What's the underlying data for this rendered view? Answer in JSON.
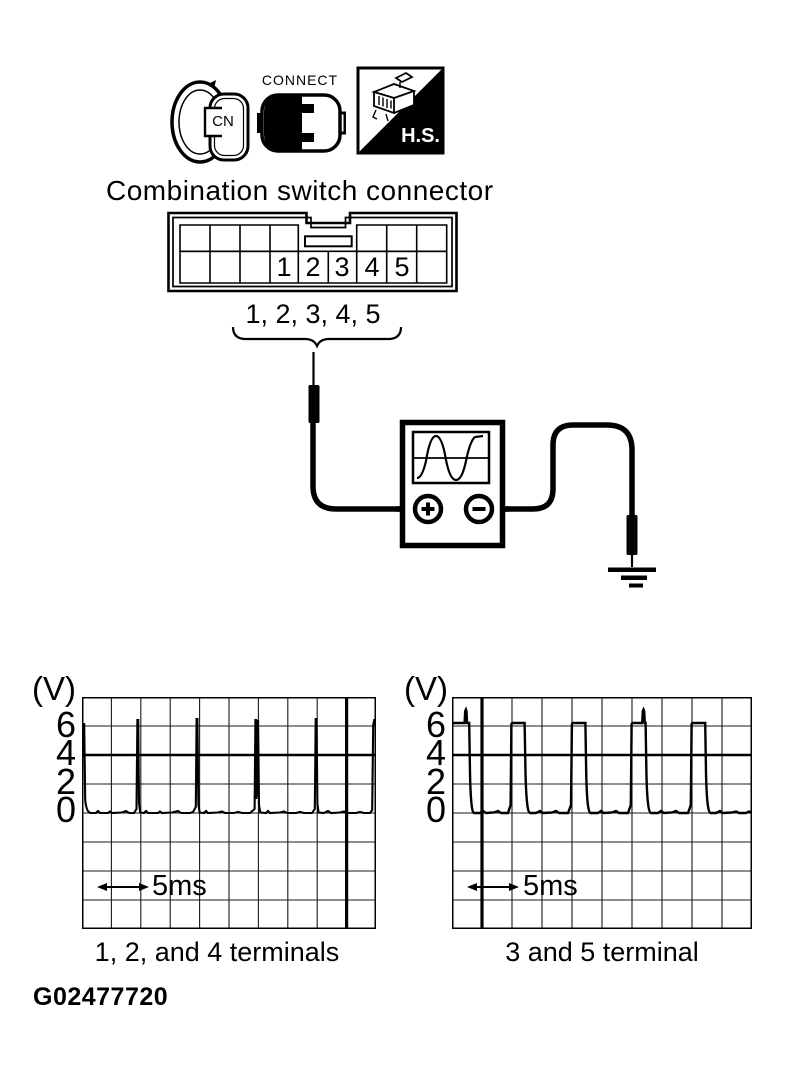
{
  "icons": {
    "cn_badge": "CN",
    "connect_badge": "CONNECT",
    "hs_badge": "H.S.",
    "plus_terminal": "plus-in-circle",
    "minus_terminal": "minus-in-circle",
    "meter_display": "sine-wave",
    "ground_symbol": "ground"
  },
  "connector": {
    "title": "Combination switch connector",
    "pins": [
      "1",
      "2",
      "3",
      "4",
      "5"
    ],
    "pins_summary": "1, 2, 3, 4, 5"
  },
  "chart_data": [
    {
      "type": "line",
      "caption": "1, 2, and 4 terminals",
      "ylabel": "(V)",
      "yticks": [
        "6",
        "4",
        "2",
        "0"
      ],
      "time_per_div_label": "5ms",
      "volts_per_div": 2,
      "x_div_count": 10,
      "y_div_count": 8,
      "zero_level_div_from_top": 4,
      "baseline_v": 0,
      "pulse_amplitude_v": 6,
      "pulse_shape": "narrow spike",
      "pulse_times_ms": [
        0,
        5,
        10,
        15,
        20,
        25
      ],
      "pulse_width_ms": 0.3,
      "grid": {
        "thick_vline_at_div": 9,
        "thick_hline_at_div": 2
      }
    },
    {
      "type": "line",
      "caption": "3 and 5 terminal",
      "ylabel": "(V)",
      "yticks": [
        "6",
        "4",
        "2",
        "0"
      ],
      "time_per_div_label": "5ms",
      "volts_per_div": 2,
      "x_div_count": 10,
      "y_div_count": 8,
      "zero_level_div_from_top": 4,
      "baseline_v": 0,
      "pulse_amplitude_v": 6,
      "pulse_shape": "square pulse",
      "pulse_times_ms": [
        0,
        5,
        10,
        15,
        20
      ],
      "pulse_width_ms": 1.2,
      "overshoot_v": 7,
      "overshoot_at_ms": [
        0,
        15
      ],
      "grid": {
        "thick_vline_at_div": 1,
        "thick_hline_at_div": 2
      }
    }
  ],
  "figure_id": "G02477720"
}
